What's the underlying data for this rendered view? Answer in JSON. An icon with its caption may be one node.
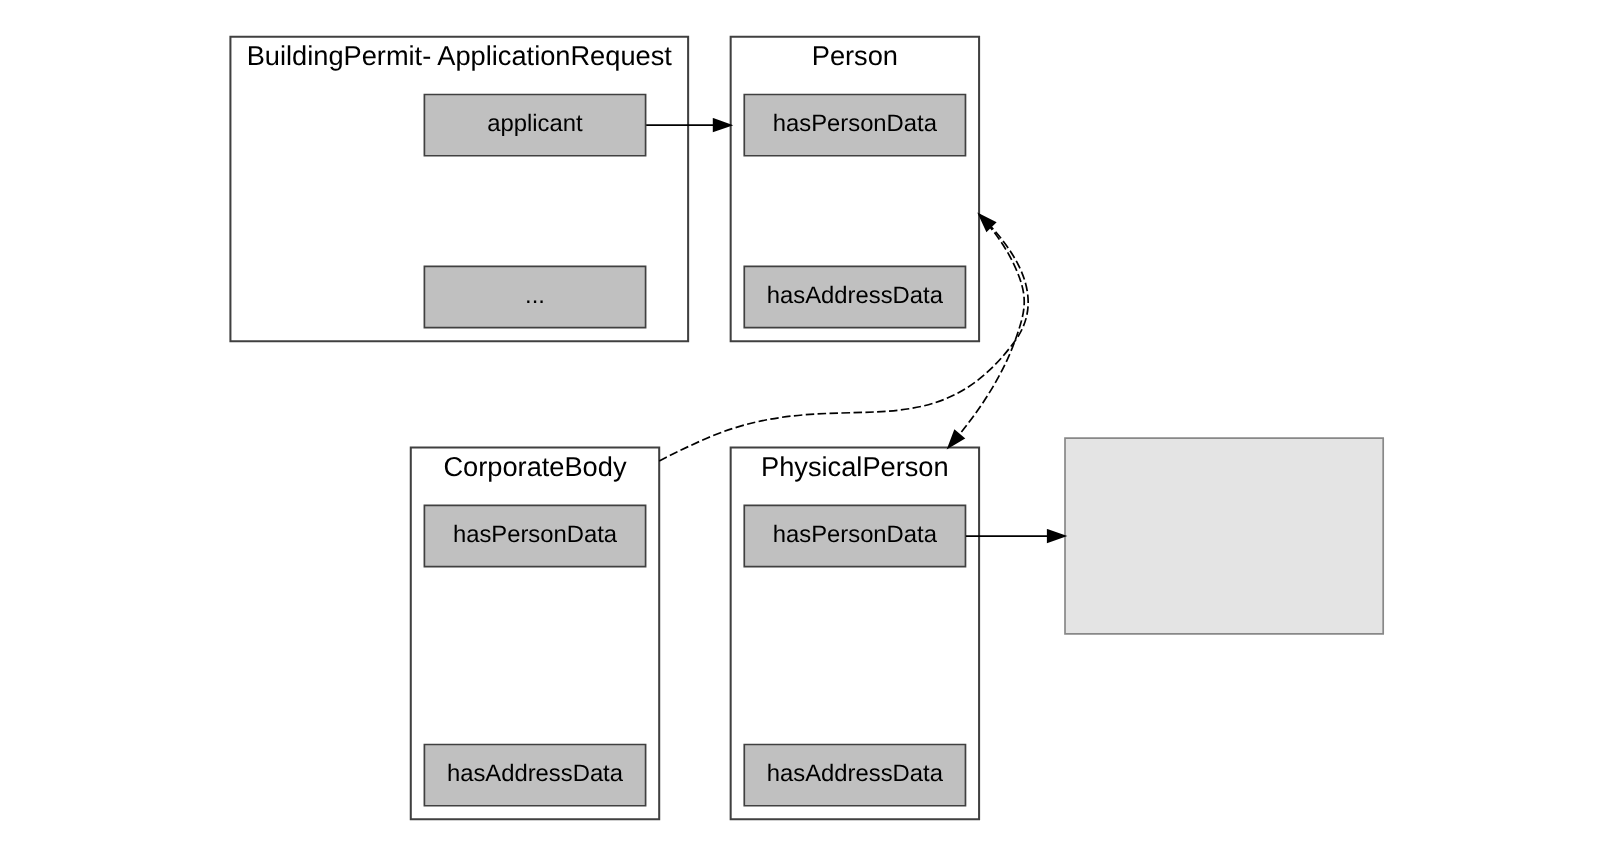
{
  "diagram": {
    "nodes": [
      {
        "text": [
          "BuildingPermit- ApplicationRequest"
        ]
      },
      {
        "text": [
          "applicant"
        ],
        "in": 0
      },
      {
        "text": [
          "..."
        ],
        "in": 0
      },
      {
        "text": [
          "Person"
        ]
      },
      {
        "text": [
          "hasPersonData"
        ],
        "in": 3
      },
      {
        "text": [
          "hasAddressData"
        ],
        "in": 3
      },
      {
        "text": [
          "CorporateBody"
        ]
      },
      {
        "text": [
          "hasPersonData"
        ],
        "in": 6
      },
      {
        "text": [
          "hasAddressData"
        ],
        "in": 6
      },
      {
        "text": [
          "PhysicalPerson"
        ]
      },
      {
        "text": [
          "hasPersonData"
        ],
        "in": 9
      },
      {
        "text": [
          "hasAddressData"
        ],
        "in": 9
      },
      {
        "text": [],
        "shape": "box"
      }
    ],
    "edges": [
      {
        "from": 1,
        "to": 3,
        "arrow": "to"
      },
      {
        "from": 6,
        "to": 3,
        "arrow": "to",
        "style": "dashed"
      },
      {
        "from": 3,
        "to": 9,
        "arrow": "to",
        "style": "dashed"
      },
      {
        "from": 10,
        "to": 12,
        "arrow": "to"
      }
    ]
  }
}
